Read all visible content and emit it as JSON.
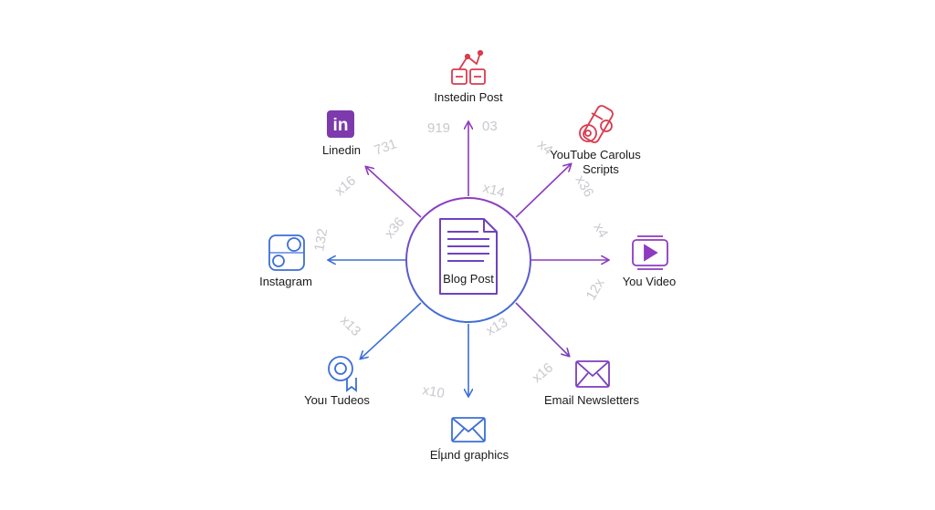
{
  "center": {
    "label": "Blog Post"
  },
  "nodes": {
    "top": {
      "label": "Instedin Post",
      "icon": "network-hierarchy-icon"
    },
    "top_left": {
      "label": "Linedin",
      "icon": "linkedin-icon"
    },
    "top_right": {
      "line1": "YouTube Carolus",
      "line2": "Scripts",
      "icon": "film-reel-icon"
    },
    "left": {
      "label": "Instagram",
      "icon": "instagram-icon"
    },
    "right": {
      "label": "You Video",
      "icon": "video-player-icon"
    },
    "bottom_left": {
      "label": "Youı Tudeos",
      "icon": "award-badge-icon"
    },
    "bottom": {
      "label": "Eĺµnd graphics",
      "icon": "envelope-icon"
    },
    "bottom_right": {
      "label": "Email Newsletters",
      "icon": "envelope-icon"
    }
  },
  "counters": {
    "c1": "919",
    "c2": "03",
    "c3": "731",
    "c4": "x16",
    "c5": "x36",
    "c6": "x14",
    "c7": "x36",
    "c8": "x13",
    "c9": "x4",
    "c10": "12x",
    "c11": "x13",
    "c12": "x16",
    "c13": "x10",
    "c14": "132"
  },
  "colors": {
    "purple": "#8e3bbf",
    "violet": "#6f42c1",
    "blue": "#3d6fd6",
    "red": "#d93b4f",
    "linkedin": "#7c3aad"
  }
}
